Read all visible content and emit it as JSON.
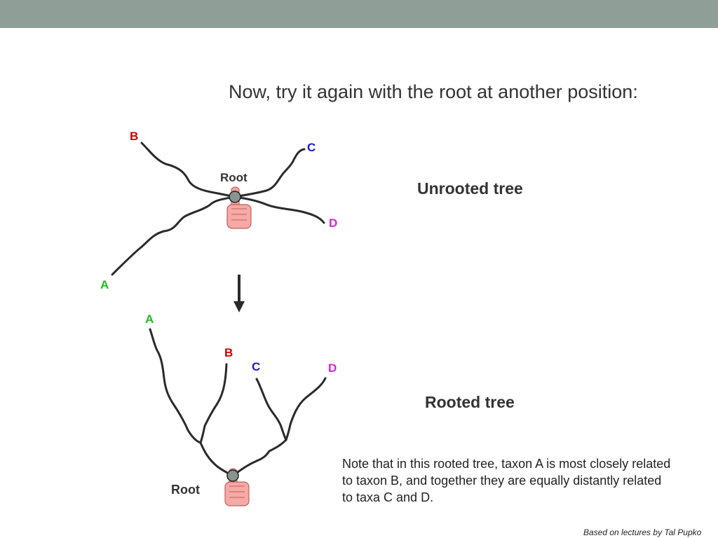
{
  "title": "Now, try it again with the root at another position:",
  "unrooted": {
    "label": "Unrooted tree",
    "root_label": "Root",
    "taxa": {
      "a": "A",
      "b": "B",
      "c": "C",
      "d": "D"
    }
  },
  "rooted": {
    "label": "Rooted tree",
    "root_label": "Root",
    "taxa": {
      "a": "A",
      "b": "B",
      "c": "C",
      "d": "D"
    }
  },
  "note": "Note that in this rooted tree, taxon A is most closely related to taxon B, and together they are equally distantly related to taxa C and D.",
  "credit": "Based on lectures by Tal Pupko",
  "colors": {
    "taxon_a": "#22bb22",
    "taxon_b": "#cc0000",
    "taxon_c": "#1a1acc",
    "taxon_d": "#e020e0",
    "branch": "#2a2a2a",
    "header_bar": "#8f9f97"
  },
  "icons": [
    "root-node-icon",
    "hand-pointer-icon",
    "down-arrow-icon"
  ]
}
